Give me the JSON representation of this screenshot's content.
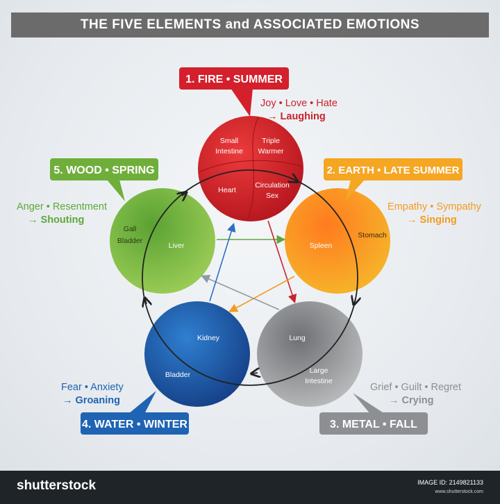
{
  "title": "THE FIVE ELEMENTS and ASSOCIATED EMOTIONS",
  "elements": [
    {
      "id": "fire",
      "color": "#d3202c",
      "label": "1. FIRE • SUMMER",
      "emotions": "Joy • Love • Hate",
      "sound": "→ Laughing",
      "organs": [
        "Small Intestine",
        "Triple Warmer",
        "Heart",
        "Circulation Sex"
      ]
    },
    {
      "id": "earth",
      "color": "#f59a1b",
      "label": "2. EARTH • LATE SUMMER",
      "emotions": "Empathy • Sympathy",
      "sound": "→ Singing",
      "organs": [
        "Spleen",
        "Stomach"
      ]
    },
    {
      "id": "metal",
      "color": "#8d8f92",
      "label": "3. METAL • FALL",
      "emotions": "Grief • Guilt • Regret",
      "sound": "→ Crying",
      "organs": [
        "Lung",
        "Large Intestine"
      ]
    },
    {
      "id": "water",
      "color": "#1f63b3",
      "label": "4. WATER • WINTER",
      "emotions": "Fear • Anxiety",
      "sound": "→ Groaning",
      "organs": [
        "Kidney",
        "Bladder"
      ]
    },
    {
      "id": "wood",
      "color": "#6fae3a",
      "label": "5. WOOD • SPRING",
      "emotions": "Anger • Resentment",
      "sound": "→ Shouting",
      "organs": [
        "Liver",
        "Gall Bladder"
      ]
    }
  ],
  "footer": {
    "brand": "shutterstock",
    "image_id": "IMAGE ID: 2149821133",
    "site": "www.shutterstock.com"
  }
}
